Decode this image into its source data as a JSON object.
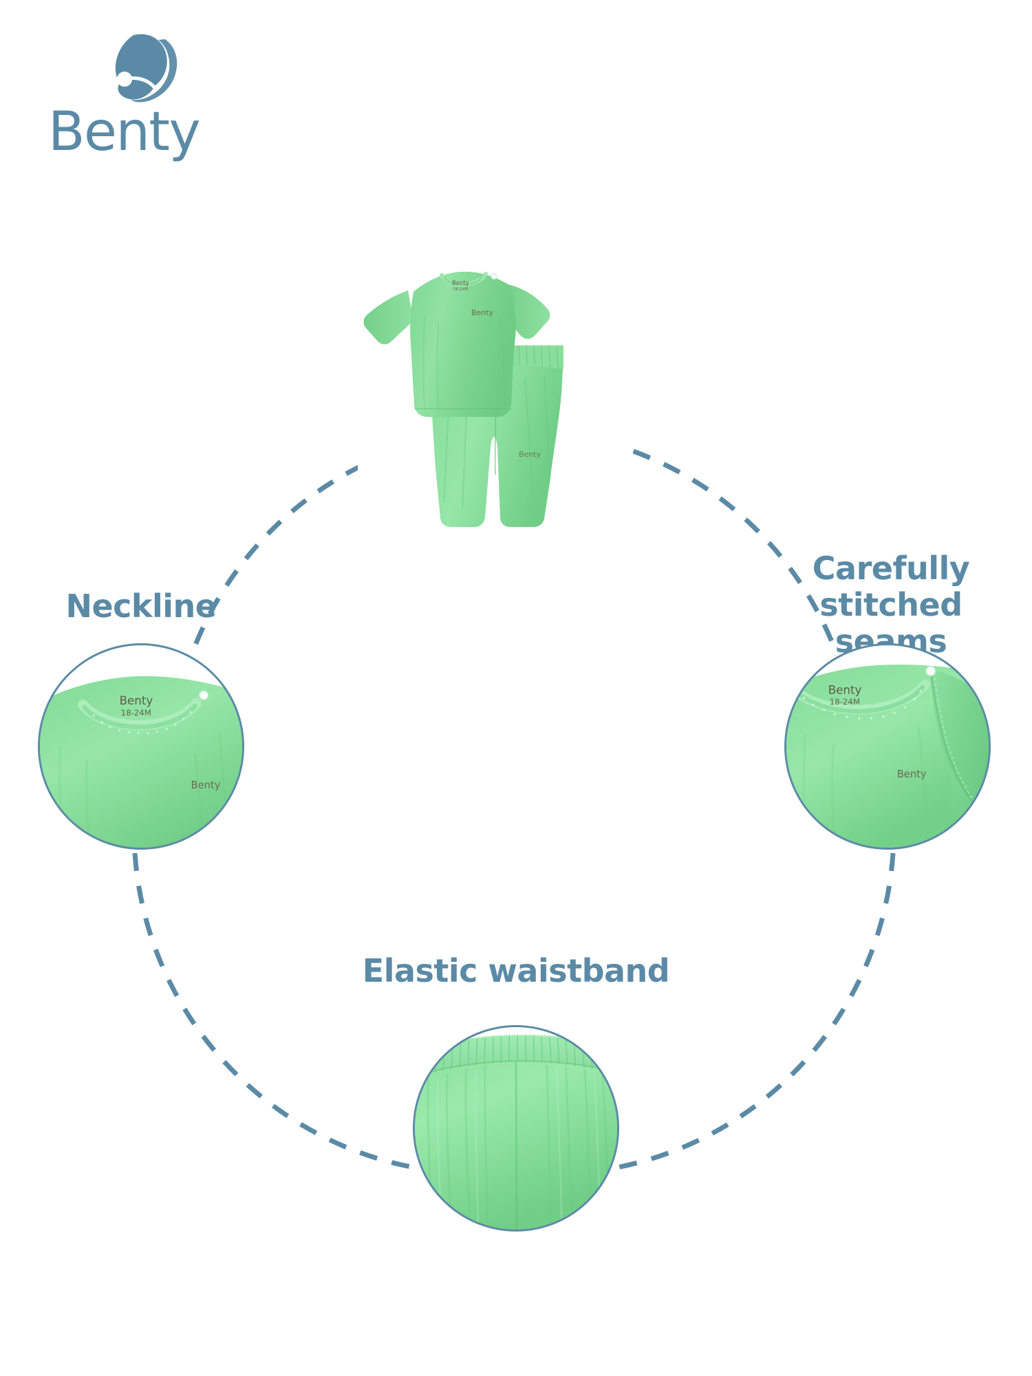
{
  "brand": {
    "name": "Benty",
    "logo_icon": "mother-and-child-icon",
    "color": "#5b8aa6"
  },
  "theme": {
    "background": "#ffffff",
    "accent_blue": "#5b8aa6",
    "garment_green": "#8ee09f",
    "garment_green_shadow": "#63c47d",
    "tag_text": "#5a5a4a"
  },
  "hero": {
    "name": "baby-pajama-set",
    "top_label_brand": "Benty",
    "top_label_size": "18-24M",
    "chest_print": "Benty",
    "pants_print": "Benty"
  },
  "details": [
    {
      "id": "neckline",
      "label": "Neckline",
      "circle_name": "neckline-detail-photo",
      "tag_brand": "Benty",
      "tag_size": "18-24M",
      "chest_print": "Benty"
    },
    {
      "id": "seams",
      "label": "Carefully\nstitched seams",
      "circle_name": "stitched-seams-detail-photo",
      "tag_brand": "Benty",
      "tag_size": "18-24M",
      "chest_print": "Benty"
    },
    {
      "id": "waistband",
      "label": "Elastic waistband",
      "circle_name": "elastic-waistband-detail-photo",
      "tag_brand": "",
      "tag_size": "",
      "chest_print": ""
    }
  ],
  "connector": {
    "name": "dashed-connector-ring",
    "style": "dashed",
    "color": "#5b8aa6"
  }
}
